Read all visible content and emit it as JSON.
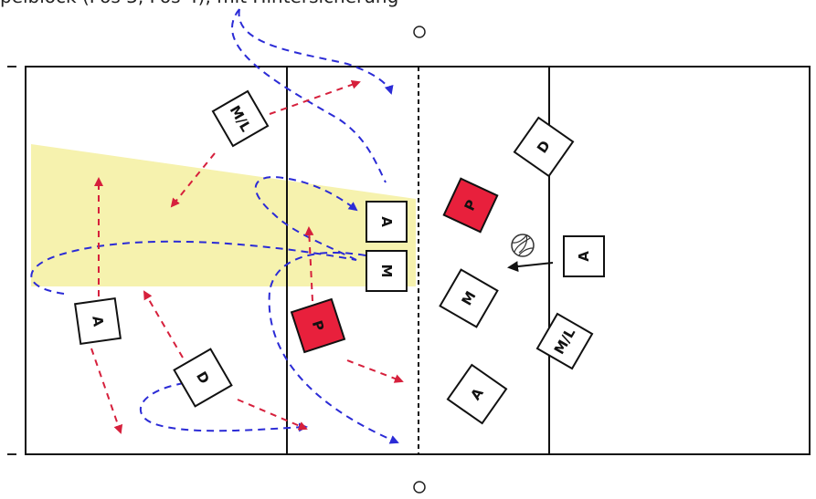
{
  "header": {
    "title": "pelblock (Pos 3, Pos 4), mit Hintersicherung"
  },
  "colors": {
    "player_fill": "#ffffff",
    "setter_fill": "#e8203c",
    "run_arrow": "#2b2bd6",
    "attack_arrow": "#d6203c",
    "shadow_zone": "#f5f0a0",
    "ball_arrow": "#111111"
  },
  "players": [
    {
      "id": "ml-left",
      "label": "M/L",
      "team": "left",
      "role": "outside"
    },
    {
      "id": "a-left-back",
      "label": "A",
      "team": "left",
      "role": "opposite"
    },
    {
      "id": "d-left",
      "label": "D",
      "team": "left",
      "role": "libero"
    },
    {
      "id": "p-left",
      "label": "P",
      "team": "left",
      "role": "setter"
    },
    {
      "id": "a-left-net",
      "label": "A",
      "team": "left",
      "role": "blocker"
    },
    {
      "id": "m-left-net",
      "label": "M",
      "team": "left",
      "role": "blocker"
    },
    {
      "id": "p-right",
      "label": "P",
      "team": "right",
      "role": "setter"
    },
    {
      "id": "d-right",
      "label": "D",
      "team": "right",
      "role": "libero"
    },
    {
      "id": "m-right",
      "label": "M",
      "team": "right",
      "role": "middle"
    },
    {
      "id": "a-right",
      "label": "A",
      "team": "right",
      "role": "attacker"
    },
    {
      "id": "ml-right",
      "label": "M/L",
      "team": "right",
      "role": "outside"
    },
    {
      "id": "a-right-back",
      "label": "A",
      "team": "right",
      "role": "opposite"
    }
  ]
}
